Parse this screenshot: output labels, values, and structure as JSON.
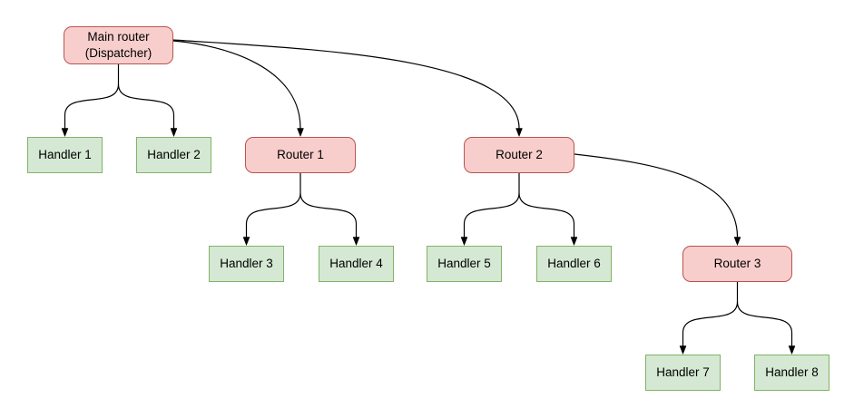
{
  "diagram": {
    "type": "tree-flow-diagram",
    "nodes": [
      {
        "id": "main-router",
        "label": "Main router\n(Dispatcher)",
        "type": "router"
      },
      {
        "id": "handler-1",
        "label": "Handler 1",
        "type": "handler"
      },
      {
        "id": "handler-2",
        "label": "Handler 2",
        "type": "handler"
      },
      {
        "id": "router-1",
        "label": "Router 1",
        "type": "router"
      },
      {
        "id": "router-2",
        "label": "Router 2",
        "type": "router"
      },
      {
        "id": "handler-3",
        "label": "Handler 3",
        "type": "handler"
      },
      {
        "id": "handler-4",
        "label": "Handler 4",
        "type": "handler"
      },
      {
        "id": "handler-5",
        "label": "Handler 5",
        "type": "handler"
      },
      {
        "id": "handler-6",
        "label": "Handler 6",
        "type": "handler"
      },
      {
        "id": "router-3",
        "label": "Router 3",
        "type": "router"
      },
      {
        "id": "handler-7",
        "label": "Handler 7",
        "type": "handler"
      },
      {
        "id": "handler-8",
        "label": "Handler 8",
        "type": "handler"
      }
    ],
    "edges": [
      {
        "from": "main-router",
        "to": "handler-1"
      },
      {
        "from": "main-router",
        "to": "handler-2"
      },
      {
        "from": "main-router",
        "to": "router-1"
      },
      {
        "from": "main-router",
        "to": "router-2"
      },
      {
        "from": "router-1",
        "to": "handler-3"
      },
      {
        "from": "router-1",
        "to": "handler-4"
      },
      {
        "from": "router-2",
        "to": "handler-5"
      },
      {
        "from": "router-2",
        "to": "handler-6"
      },
      {
        "from": "router-2",
        "to": "router-3"
      },
      {
        "from": "router-3",
        "to": "handler-7"
      },
      {
        "from": "router-3",
        "to": "handler-8"
      }
    ],
    "colors": {
      "router_fill": "#f8cecc",
      "router_border": "#b85450",
      "handler_fill": "#d5e8d4",
      "handler_border": "#82b366",
      "edge": "#000000",
      "background": "#ffffff"
    }
  }
}
